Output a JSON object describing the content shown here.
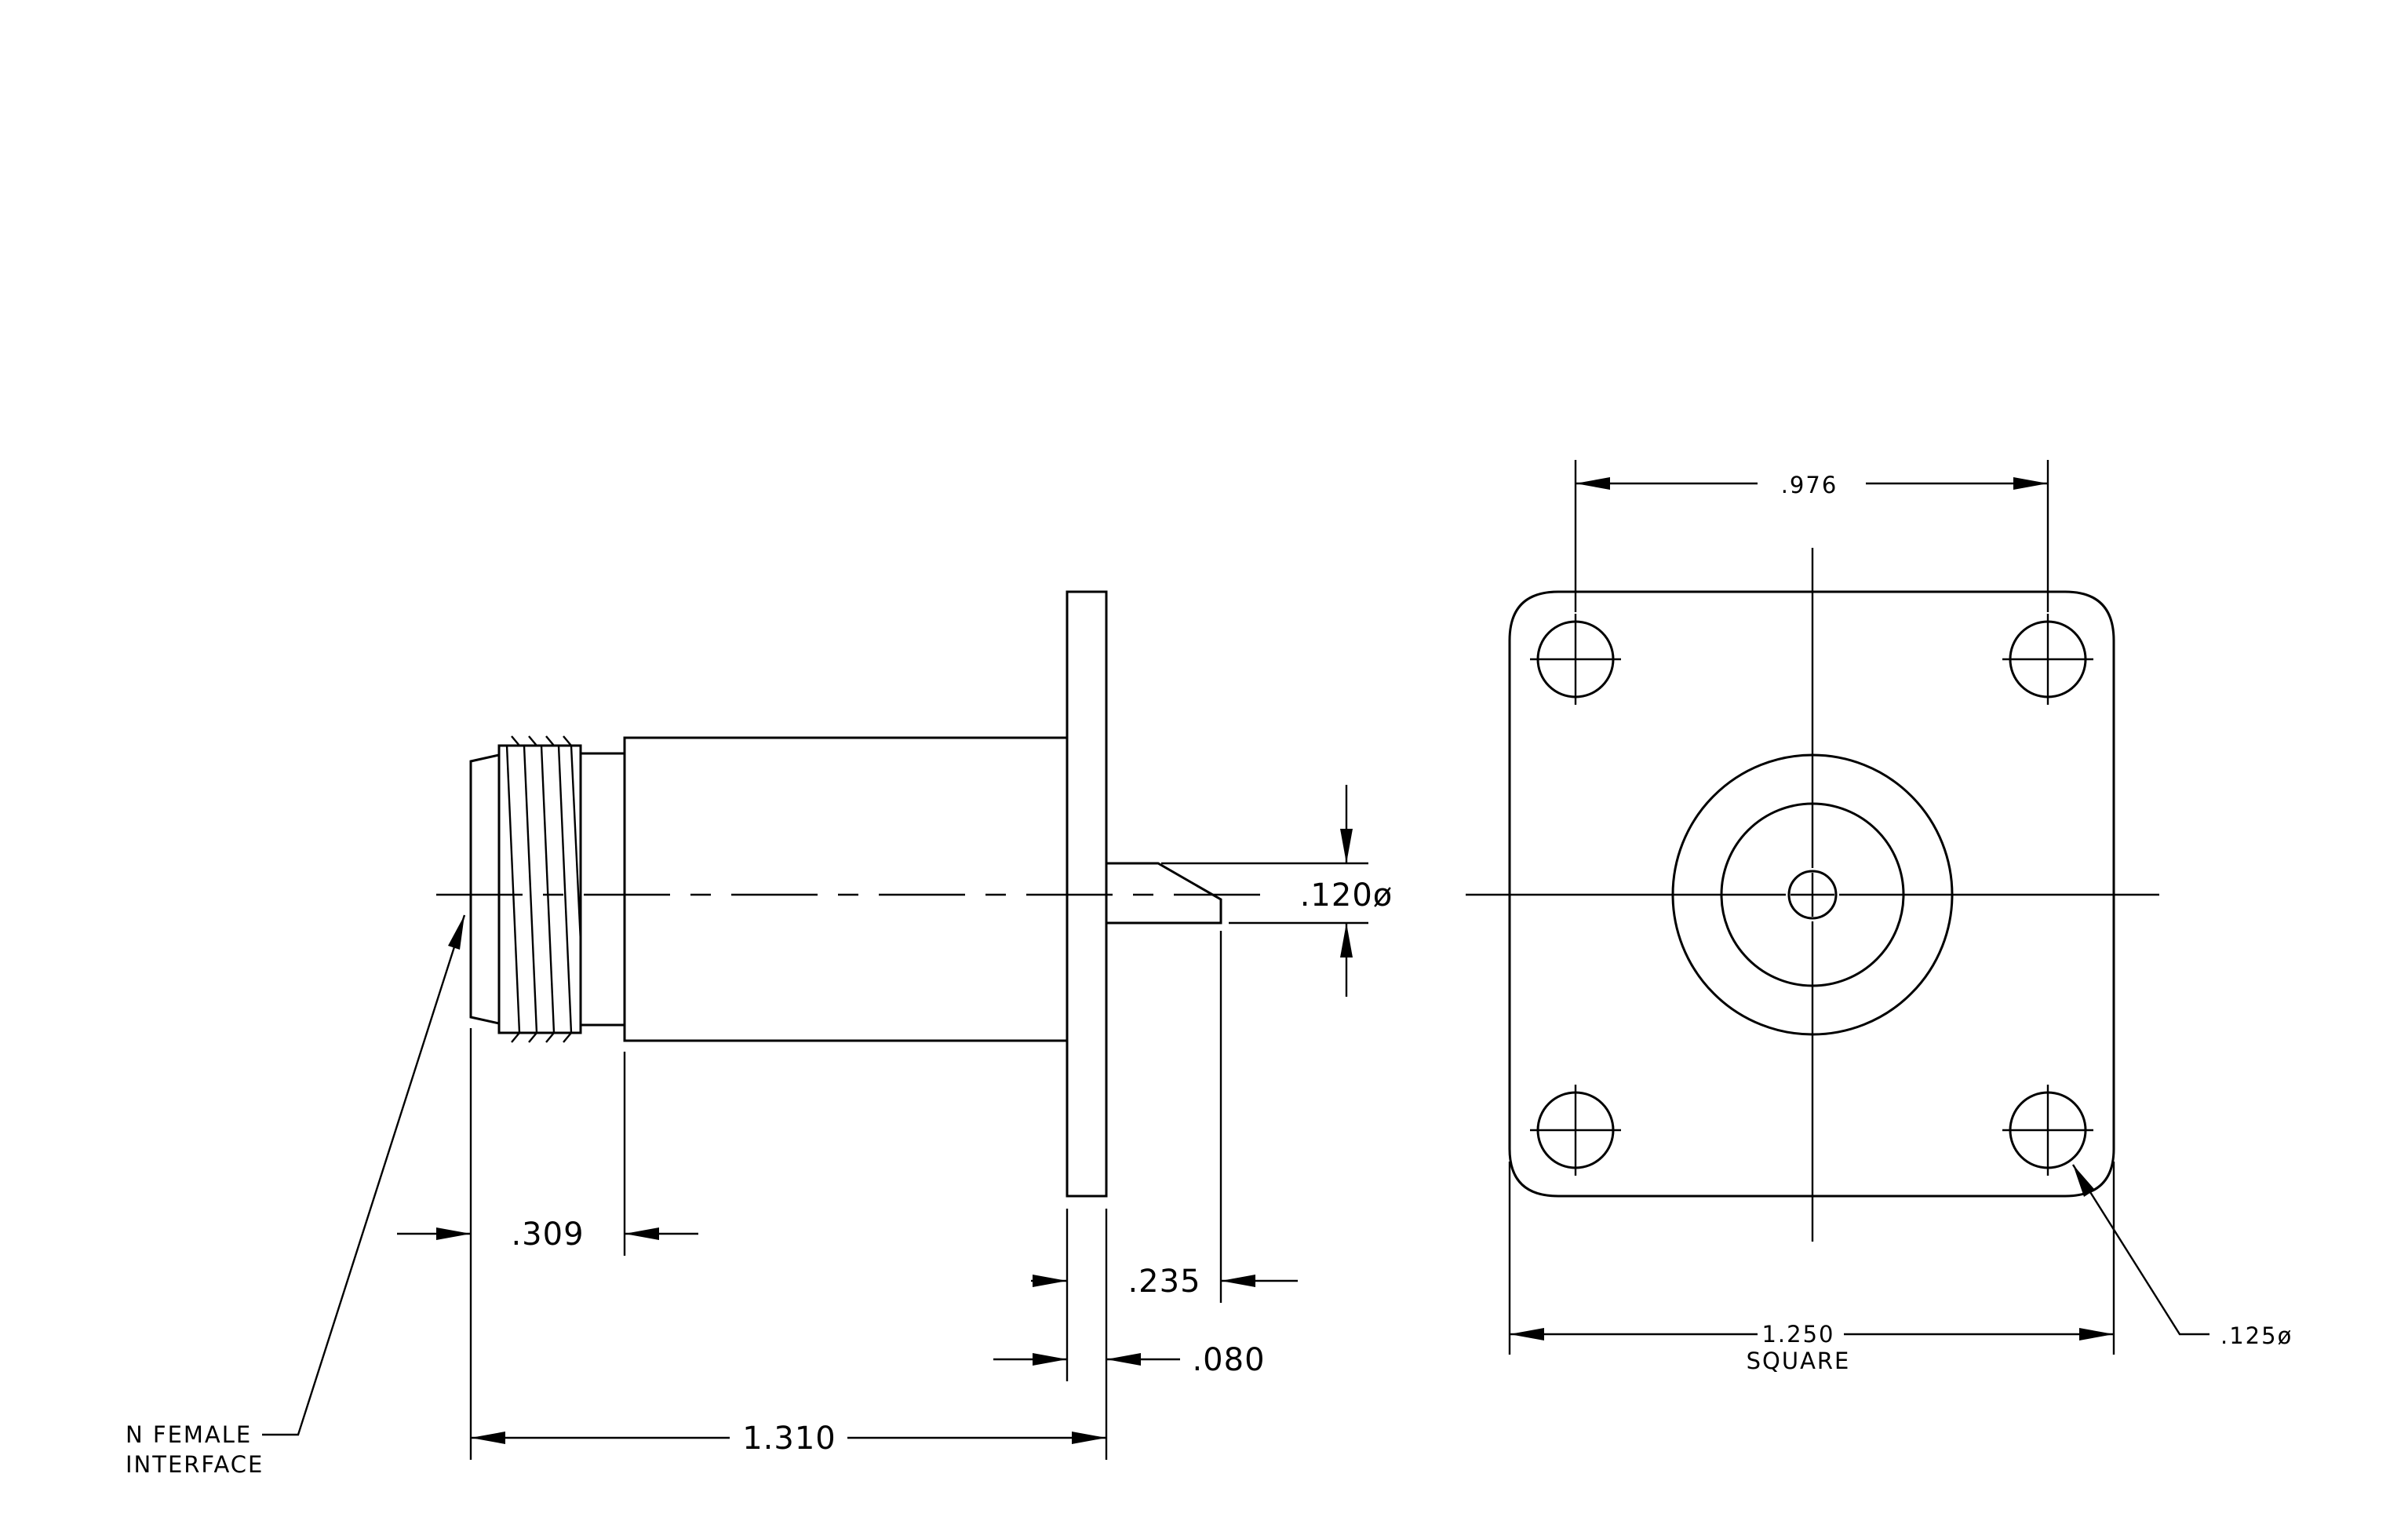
{
  "dimensions": {
    "thread_length": ".309",
    "overall_length": "1.310",
    "pin_length": ".235",
    "flange_thickness": ".080",
    "pin_diameter": ".120ø",
    "hole_spacing": ".976",
    "flange_width": "1.250",
    "flange_width_note": "SQUARE",
    "mount_hole_diameter": ".125ø"
  },
  "callouts": {
    "interface_line1": "N  FEMALE",
    "interface_line2": "INTERFACE"
  },
  "colors": {
    "line": "#000000",
    "background": "#ffffff"
  }
}
